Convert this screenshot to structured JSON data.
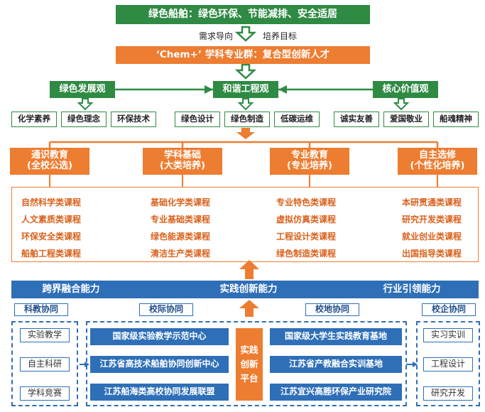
{
  "top_banner": "绿色船舶：绿色环保、节能减排、安全适居",
  "demand_label": "需求导向",
  "target_label": "培养目标",
  "group_banner": "‘Chem+’ 学科专业群：复合型创新人才",
  "concepts": {
    "left": "绿色发展观",
    "center": "和谐工程观",
    "right": "核心价值观"
  },
  "sub_concepts": [
    "化学素养",
    "绿色理念",
    "环保技术",
    "绿色设计",
    "绿色制造",
    "低碳运维",
    "诚实友善",
    "爱国敬业",
    "船魂精神"
  ],
  "education": [
    {
      "title": "通识教育",
      "subtitle": "(全校公选)",
      "courses": [
        "自然科学类课程",
        "人文素质类课程",
        "环保安全类课程",
        "船舶工程类课程"
      ]
    },
    {
      "title": "学科基础",
      "subtitle": "(大类培养)",
      "courses": [
        "基础化学类课程",
        "专业基础类课程",
        "绿色能源类课程",
        "清洁生产类课程"
      ]
    },
    {
      "title": "专业教育",
      "subtitle": "(专业培养)",
      "courses": [
        "专业特色类课程",
        "虚拟仿真类课程",
        "工程设计类课程",
        "绿色制造类课程"
      ]
    },
    {
      "title": "自主选修",
      "subtitle": "(个性化培养)",
      "courses": [
        "本研贯通类课程",
        "研究开发类课程",
        "就业创业类课程",
        "出国指导类课程"
      ]
    }
  ],
  "ability_bar": [
    "跨界融合能力",
    "实践创新能力",
    "行业引领能力"
  ],
  "collaboration": [
    "科教协同",
    "校际协同",
    "校地协同",
    "校企协同"
  ],
  "left_items": [
    "实验教学",
    "自主科研",
    "学科竞赛"
  ],
  "right_items": [
    "实习实训",
    "工程设计",
    "研究开发"
  ],
  "centers_left": [
    "国家级实验教学示范中心",
    "江苏省高技术船舶协同创新中心",
    "江苏船海类高校协同发展联盟"
  ],
  "platform": "实践创新平台",
  "centers_right": [
    "国家级大学生实践教育基地",
    "江苏省产教融合实训基地",
    "江苏宜兴高塍环保产业研究院"
  ],
  "colors": {
    "green": "#2f8a44",
    "orange": "#ed7d31",
    "blue": "#2e6fb7"
  }
}
